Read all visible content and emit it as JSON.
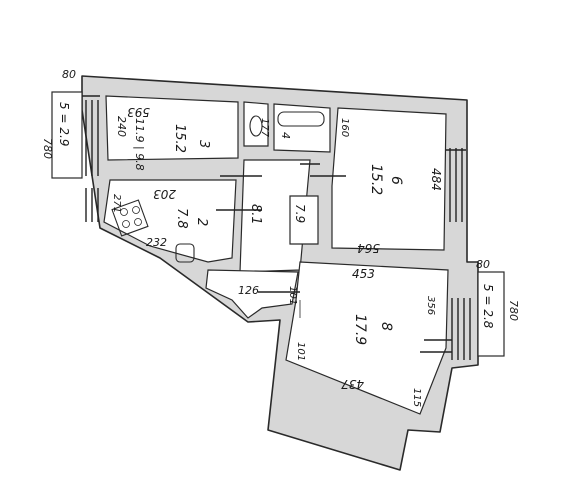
{
  "plan": {
    "dimensions": {
      "top_wall": "80",
      "left_balcony_width": "780",
      "right_balcony_top": "80",
      "right_balcony_width": "780",
      "room1_width": "593",
      "room1_height": "240",
      "room2_width": "203",
      "room2_height": "271",
      "kitchen_width": "232",
      "room3_height": "484",
      "room3_width": "564",
      "room3_top": "160",
      "corridor_width": "126",
      "bath_width": "101",
      "room4_width": "453",
      "room4_height": "101",
      "room4_bottom": "437",
      "room4_right": "356",
      "room4_corner": "115",
      "passage": "177"
    },
    "rooms": {
      "room1_num": "3",
      "room1_area": "15.2",
      "room1_extra": "11.9 | 9.8",
      "room2_num": "2",
      "room2_area": "7.8",
      "hall_area": "8.1",
      "wc_num": "4",
      "wc_area": "7.9",
      "room3_num": "6",
      "room3_area": "15.2",
      "room4_num": "8",
      "room4_area": "17.9"
    },
    "balconies": {
      "left": "5 = 2.9",
      "right": "5 = 2.8"
    }
  }
}
